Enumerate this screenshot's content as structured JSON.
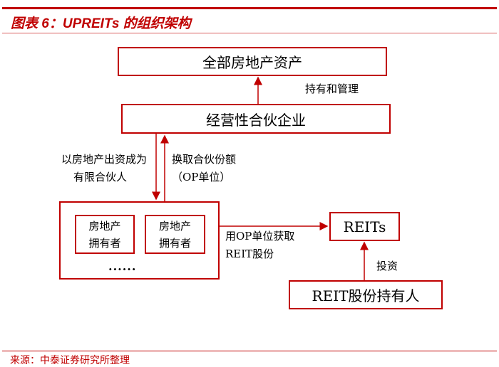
{
  "header": {
    "title": "图表 6：UPREITs 的组织架构"
  },
  "diagram": {
    "all_assets": "全部房地产资产",
    "hold_manage": "持有和管理",
    "partnership": "经营性合伙企业",
    "left_label_1": "以房地产出资成为",
    "left_label_2": "有限合伙人",
    "right_label_1": "换取合伙份额",
    "right_label_2": "（OP单位）",
    "owner_1a": "房地产",
    "owner_1b": "拥有者",
    "owner_2a": "房地产",
    "owner_2b": "拥有者",
    "ellipsis": "······",
    "exchange_1": "用OP单位获取",
    "exchange_2": "REIT股份",
    "reits": "REITs",
    "invest": "投资",
    "holders": "REIT股份持有人"
  },
  "footer": {
    "source": "来源：中泰证券研究所整理"
  },
  "colors": {
    "accent": "#c00000"
  }
}
